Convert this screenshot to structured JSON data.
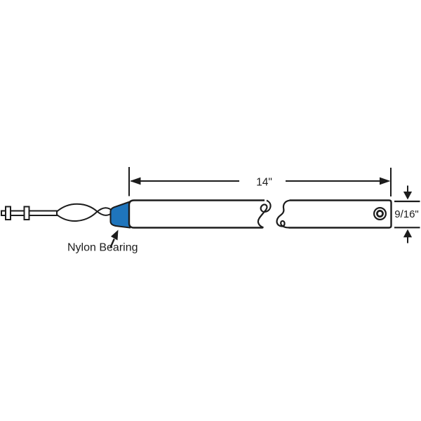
{
  "diagram": {
    "labels": {
      "length": "14\"",
      "diameter": "9/16\"",
      "callout": "Nylon Bearing"
    },
    "colors": {
      "bearing": "#1f75bc",
      "ink": "#1c1c1c",
      "background": "#ffffff"
    }
  }
}
